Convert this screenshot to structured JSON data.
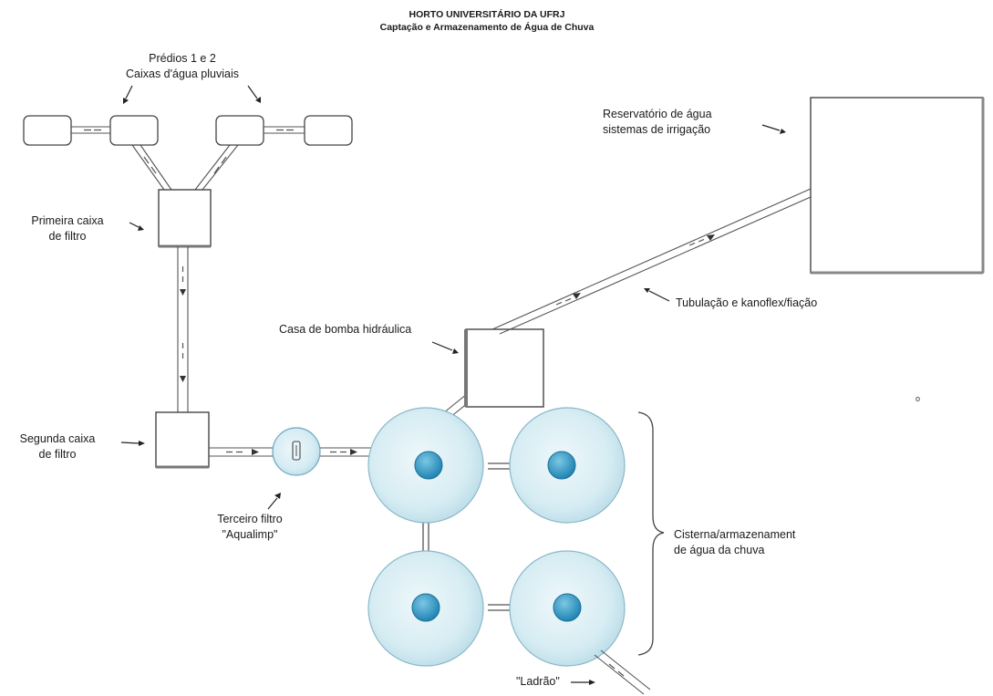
{
  "header": {
    "title": "HORTO UNIVERSITÁRIO DA UFRJ",
    "subtitle": "Captação e Armazenamento de Água de Chuva"
  },
  "labels": {
    "buildings_line1": "Prédios 1 e 2",
    "buildings_line2": "Caixas d'água pluviais",
    "first_filter_line1": "Primeira caixa",
    "first_filter_line2": "de filtro",
    "second_filter_line1": "Segunda caixa",
    "second_filter_line2": "de filtro",
    "third_filter_line1": "Terceiro filtro",
    "third_filter_line2": "\"Aqualimp\"",
    "pump_house": "Casa de bomba hidráulica",
    "reservoir_line1": "Reservatório de água",
    "reservoir_line2": "sistemas de irrigação",
    "piping": "Tubulação e kanoflex/fiação",
    "cistern_line1": "Cisterna/armazenament",
    "cistern_line2": "de água da chuva",
    "overflow": "\"Ladrão\"",
    "stray_mark": "o"
  },
  "colors": {
    "tank_fill": "#d6ecf3",
    "tank_core": "#2f97c4",
    "pipe_stroke": "#555555",
    "box_stroke": "#444444"
  }
}
